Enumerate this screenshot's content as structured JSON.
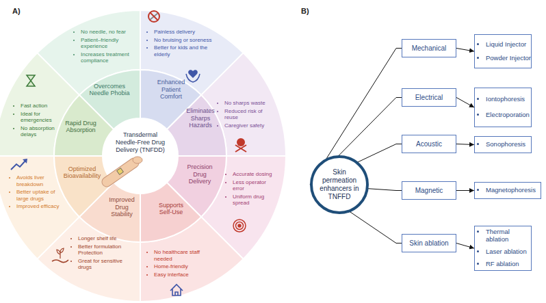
{
  "diagram": {
    "nodes": [
      {
        "text": [
          "Transdermal Needle-Free Drug Delivery (TNFDD)"
        ]
      },
      {
        "text": [
          "Overcomes Needle Phobia"
        ]
      },
      {
        "text": [
          "Enhanced Patient Comfort"
        ]
      },
      {
        "text": [
          "Eliminates Sharps Hazards"
        ]
      },
      {
        "text": [
          "Precision Drug Delivery"
        ]
      },
      {
        "text": [
          "Supports Self-Use"
        ]
      },
      {
        "text": [
          "Improved Drug Stability"
        ]
      },
      {
        "text": [
          "Optimized Bioavailability"
        ]
      },
      {
        "text": [
          "Rapid Drug Absorption"
        ]
      },
      {
        "text": [
          "No needle, no fear",
          "Patient–friendly experience",
          "Increases treatment compliance"
        ]
      },
      {
        "text": [
          "Painless delivery",
          "No bruising or soreness",
          "Better for kids and the elderly"
        ]
      },
      {
        "text": [
          "No sharps waste",
          "Reduced risk of reuse",
          "Caregiver safety"
        ]
      },
      {
        "text": [
          "Accurate dosing",
          "Less operator error",
          "Uniform drug spread"
        ]
      },
      {
        "text": [
          "No healthcare staff needed",
          "Home-friendly",
          "Easy interface"
        ]
      },
      {
        "text": [
          "Longer shelf life",
          "Better formulation Protection",
          "Great for sensitive drugs"
        ]
      },
      {
        "text": [
          "Avoids liver breakdown",
          "Better uptake of large drugs",
          "Improved efficacy"
        ]
      },
      {
        "text": [
          "Fast action",
          "Ideal for emergencies",
          "No absorption delays"
        ]
      },
      {
        "text": [
          "Skin permeation enhancers in TNFFD"
        ]
      },
      {
        "text": [
          "Mechanical"
        ]
      },
      {
        "text": [
          "Liquid Injector",
          "Powder Injector"
        ]
      },
      {
        "text": [
          "Electrical"
        ]
      },
      {
        "text": [
          "Iontophoresis",
          "Electroporation"
        ]
      },
      {
        "text": [
          "Acoustic"
        ]
      },
      {
        "text": [
          "Sonophoresis"
        ]
      },
      {
        "text": [
          "Magnetic"
        ]
      },
      {
        "text": [
          "Magnetophoresis"
        ]
      },
      {
        "text": [
          "Skin ablation"
        ]
      },
      {
        "text": [
          "Thermal ablation",
          "Laser ablation",
          "RF ablation"
        ]
      }
    ],
    "edges": [
      {
        "from": 17,
        "to": 18,
        "arrow": "none"
      },
      {
        "from": 17,
        "to": 20,
        "arrow": "none"
      },
      {
        "from": 17,
        "to": 22,
        "arrow": "none"
      },
      {
        "from": 17,
        "to": 24,
        "arrow": "none"
      },
      {
        "from": 17,
        "to": 26,
        "arrow": "none"
      },
      {
        "from": 18,
        "to": 19,
        "arrow": "to"
      },
      {
        "from": 20,
        "to": 21,
        "arrow": "to"
      },
      {
        "from": 22,
        "to": 23,
        "arrow": "to"
      },
      {
        "from": 24,
        "to": 25,
        "arrow": "to"
      },
      {
        "from": 26,
        "to": 27,
        "arrow": "to"
      }
    ],
    "labels": [
      "A)",
      "B)"
    ]
  }
}
